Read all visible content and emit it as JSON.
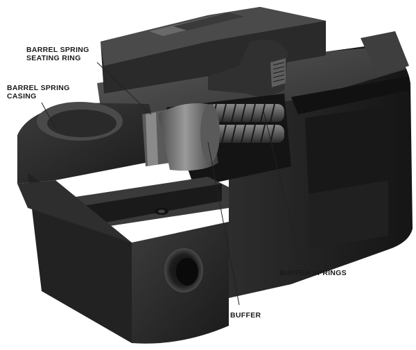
{
  "labels": {
    "seating_ring": {
      "line1": "BARREL SPRING",
      "line2": "SEATING RING"
    },
    "casing": {
      "line1": "BARREL SPRING",
      "line2": "CASING"
    },
    "buffer_springs": "BUFFER SPRINGS",
    "buffer": "BUFFER"
  },
  "colors": {
    "background": "#ffffff",
    "metal_dark": "#1c1c1c",
    "metal_mid": "#3a3a3a",
    "metal_light": "#6a6a6a",
    "label_text": "#1a1a1a",
    "leader_line": "#222222"
  }
}
